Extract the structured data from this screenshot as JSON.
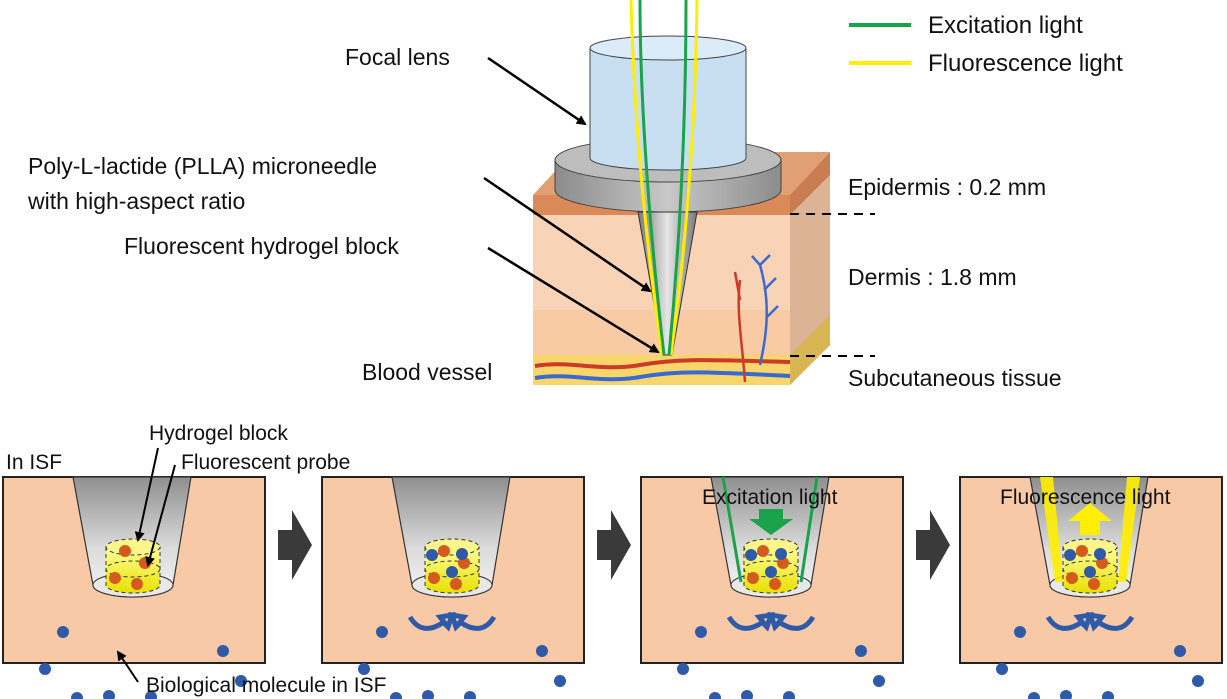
{
  "legend": {
    "items": [
      {
        "label": "Excitation light",
        "color": "#1aa34a"
      },
      {
        "label": "Fluorescence light",
        "color": "#ffee00"
      }
    ]
  },
  "top_labels": {
    "focal_lens": "Focal lens",
    "microneedle_line1": "Poly-L-lactide (PLLA) microneedle",
    "microneedle_line2": "with high-aspect ratio",
    "hydrogel_block": "Fluorescent hydrogel block",
    "blood_vessel": "Blood vessel",
    "epidermis": "Epidermis : 0.2 mm",
    "dermis": "Dermis : 1.8 mm",
    "subcutaneous": "Subcutaneous tissue"
  },
  "bottom_labels": {
    "in_isf": "In ISF",
    "hydrogel_block": "Hydrogel block",
    "fluorescent_probe": "Fluorescent probe",
    "biological_molecule": "Biological molecule in ISF",
    "panel3_title": "Excitation light",
    "panel4_title": "Fluorescence light"
  },
  "colors": {
    "skin": "#f7c9a6",
    "epidermis": "#d9895a",
    "subcutaneous": "#f7d56a",
    "lens": "#cfe3f5",
    "needle_gray": "#9a9a9a",
    "molecule_blue": "#2e5aa8",
    "probe_orange": "#d45a1e",
    "hydrogel_yellow": "#f2ee2a",
    "arrow_dark": "#3a3a3a",
    "excitation_green": "#1aa34a",
    "fluorescence_yellow": "#ffee00",
    "vessel_red": "#cc3a2a",
    "vessel_blue": "#3a6ad0"
  }
}
